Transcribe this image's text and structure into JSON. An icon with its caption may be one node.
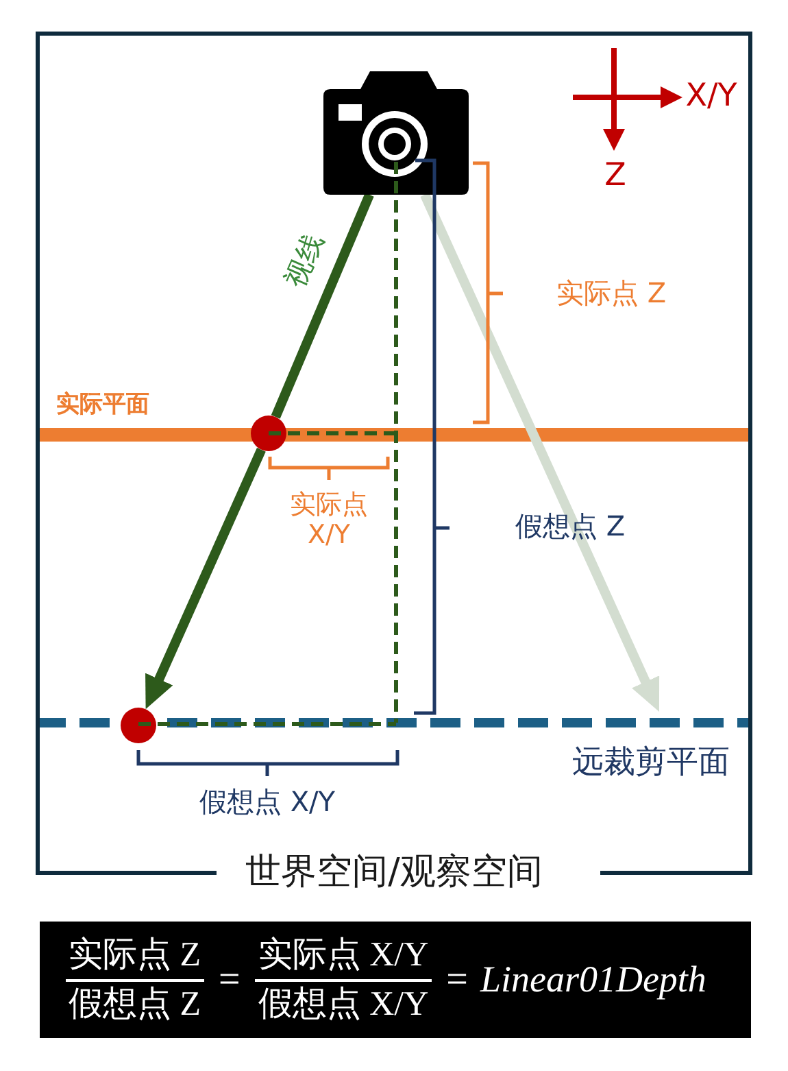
{
  "diagram": {
    "nodes": [
      {
        "text": [
          "世界空间/观察空间"
        ]
      },
      {
        "text": [],
        "shape": "picture",
        "in": 0
      },
      {
        "text": [],
        "shape": "circle",
        "in": 0
      },
      {
        "text": [],
        "shape": "circle",
        "in": 0
      },
      {
        "text": [
          "实际点 Z",
          "假想点 Z",
          "=",
          "实际点 X/Y",
          "假想点 X/Y",
          "=",
          "Linear01Depth"
        ]
      }
    ],
    "edges": [
      {
        "from": 1,
        "to": 2,
        "arrow": "none",
        "label": "视线"
      },
      {
        "from": 2,
        "to": 3,
        "arrow": "to"
      },
      {
        "from": 1,
        "to": null,
        "arrow": "to",
        "color": "#d3ddd0"
      }
    ],
    "labels": [
      "X/Y",
      "Z",
      "实际点 Z",
      "实际平面",
      "实际点 X/Y",
      "假想点 Z",
      "远裁剪平面",
      "假想点 X/Y"
    ]
  }
}
